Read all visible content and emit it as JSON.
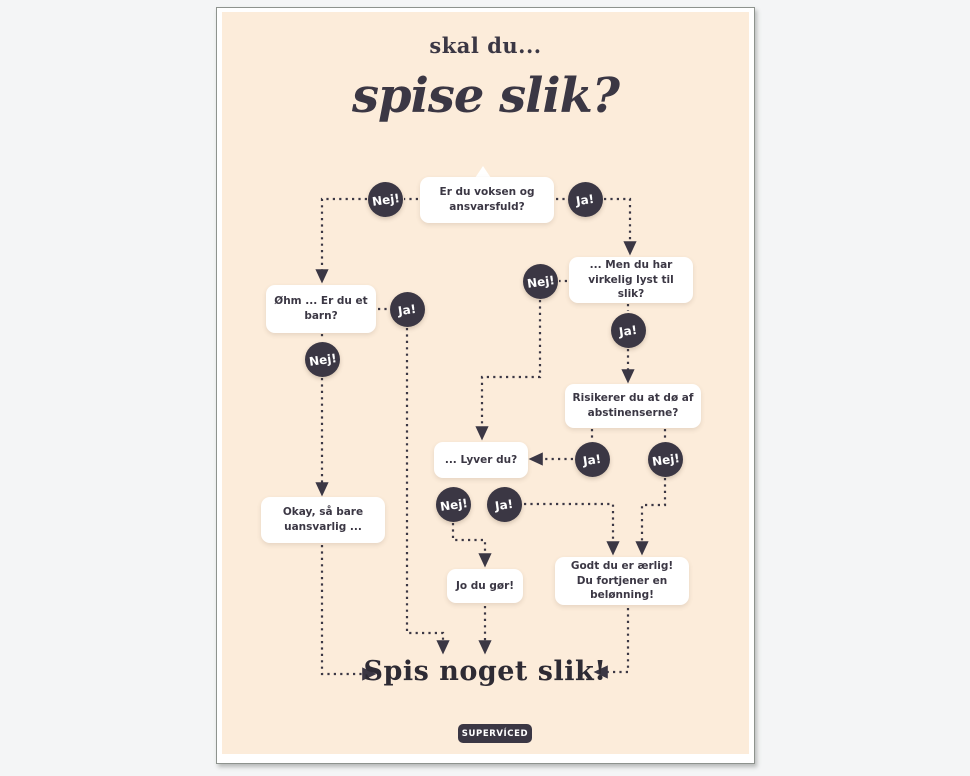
{
  "poster": {
    "pretitle": "skal du...",
    "title": "spise slik?",
    "labels": {
      "ja": "Ja!",
      "nej": "Nej!"
    },
    "nodes": {
      "q1": "Er du voksen og ansvarsfuld?",
      "q2": "Øhm ... Er du et barn?",
      "q3": "... Men du har virkelig lyst til slik?",
      "q4": "Risikerer du at dø af abstinenserne?",
      "q5": "... Lyver du?",
      "a1": "Okay, så bare uansvarlig ...",
      "a2": "Jo du gør!",
      "a3": "Godt du er ærlig! Du fortjener en belønning!"
    },
    "final_text": "Spis noget slik!",
    "brand": "SUPERVÍCED",
    "colors": {
      "ink": "#3b3744",
      "paper": "#fcecda",
      "card": "#ffffff",
      "page_bg": "#f4f5f6"
    }
  }
}
